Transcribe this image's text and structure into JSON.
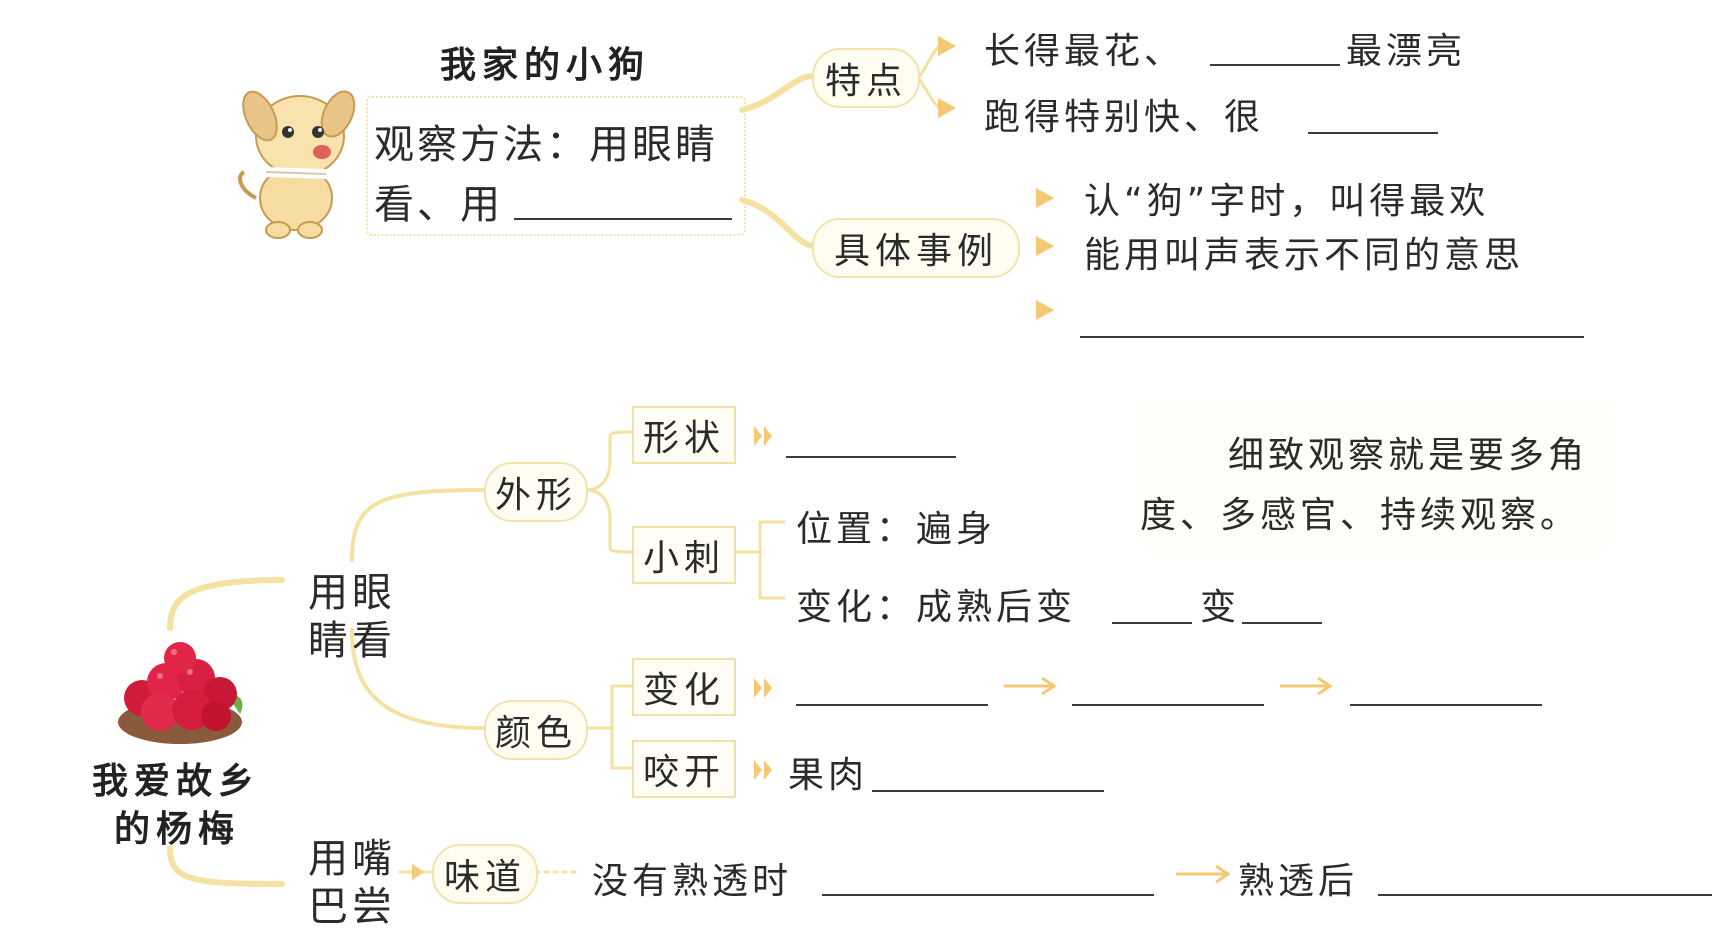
{
  "dog": {
    "title": "我家的小狗",
    "method_line1": "观察方法：用眼睛",
    "method_line2": "看、用",
    "trait_node": "特点",
    "trait1_prefix": "长得最花、",
    "trait1_suffix": "最漂亮",
    "trait2_prefix": "跑得特别快、很",
    "example_node": "具体事例",
    "example1": "认“狗”字时，叫得最欢",
    "example2": "能用叫声表示不同的意思"
  },
  "bayberry": {
    "title_line1": "我爱故乡",
    "title_line2": "的杨梅",
    "eyes_line1": "用眼",
    "eyes_line2": "睛看",
    "mouth_line1": "用嘴",
    "mouth_line2": "巴尝",
    "appearance_node": "外形",
    "shape_node": "形状",
    "thorn_node": "小刺",
    "thorn_position": "位置：遍身",
    "thorn_change_prefix": "变化：成熟后变",
    "thorn_change_mid": "变",
    "color_node": "颜色",
    "color_change_node": "变化",
    "bite_node": "咬开",
    "bite_text": "果肉",
    "taste_node": "味道",
    "taste_unripe": "没有熟透时",
    "taste_ripe": "熟透后"
  },
  "note": {
    "line1": "细致观察就是要多角",
    "line2": "度、多感官、持续观察。"
  },
  "colors": {
    "connector": "#f4e2a0",
    "arrow": "#f6c873",
    "node_border": "#f2e3ad",
    "node_fill": "#fffdf2"
  },
  "icons": [
    "dog-illustration",
    "bayberry-illustration"
  ]
}
